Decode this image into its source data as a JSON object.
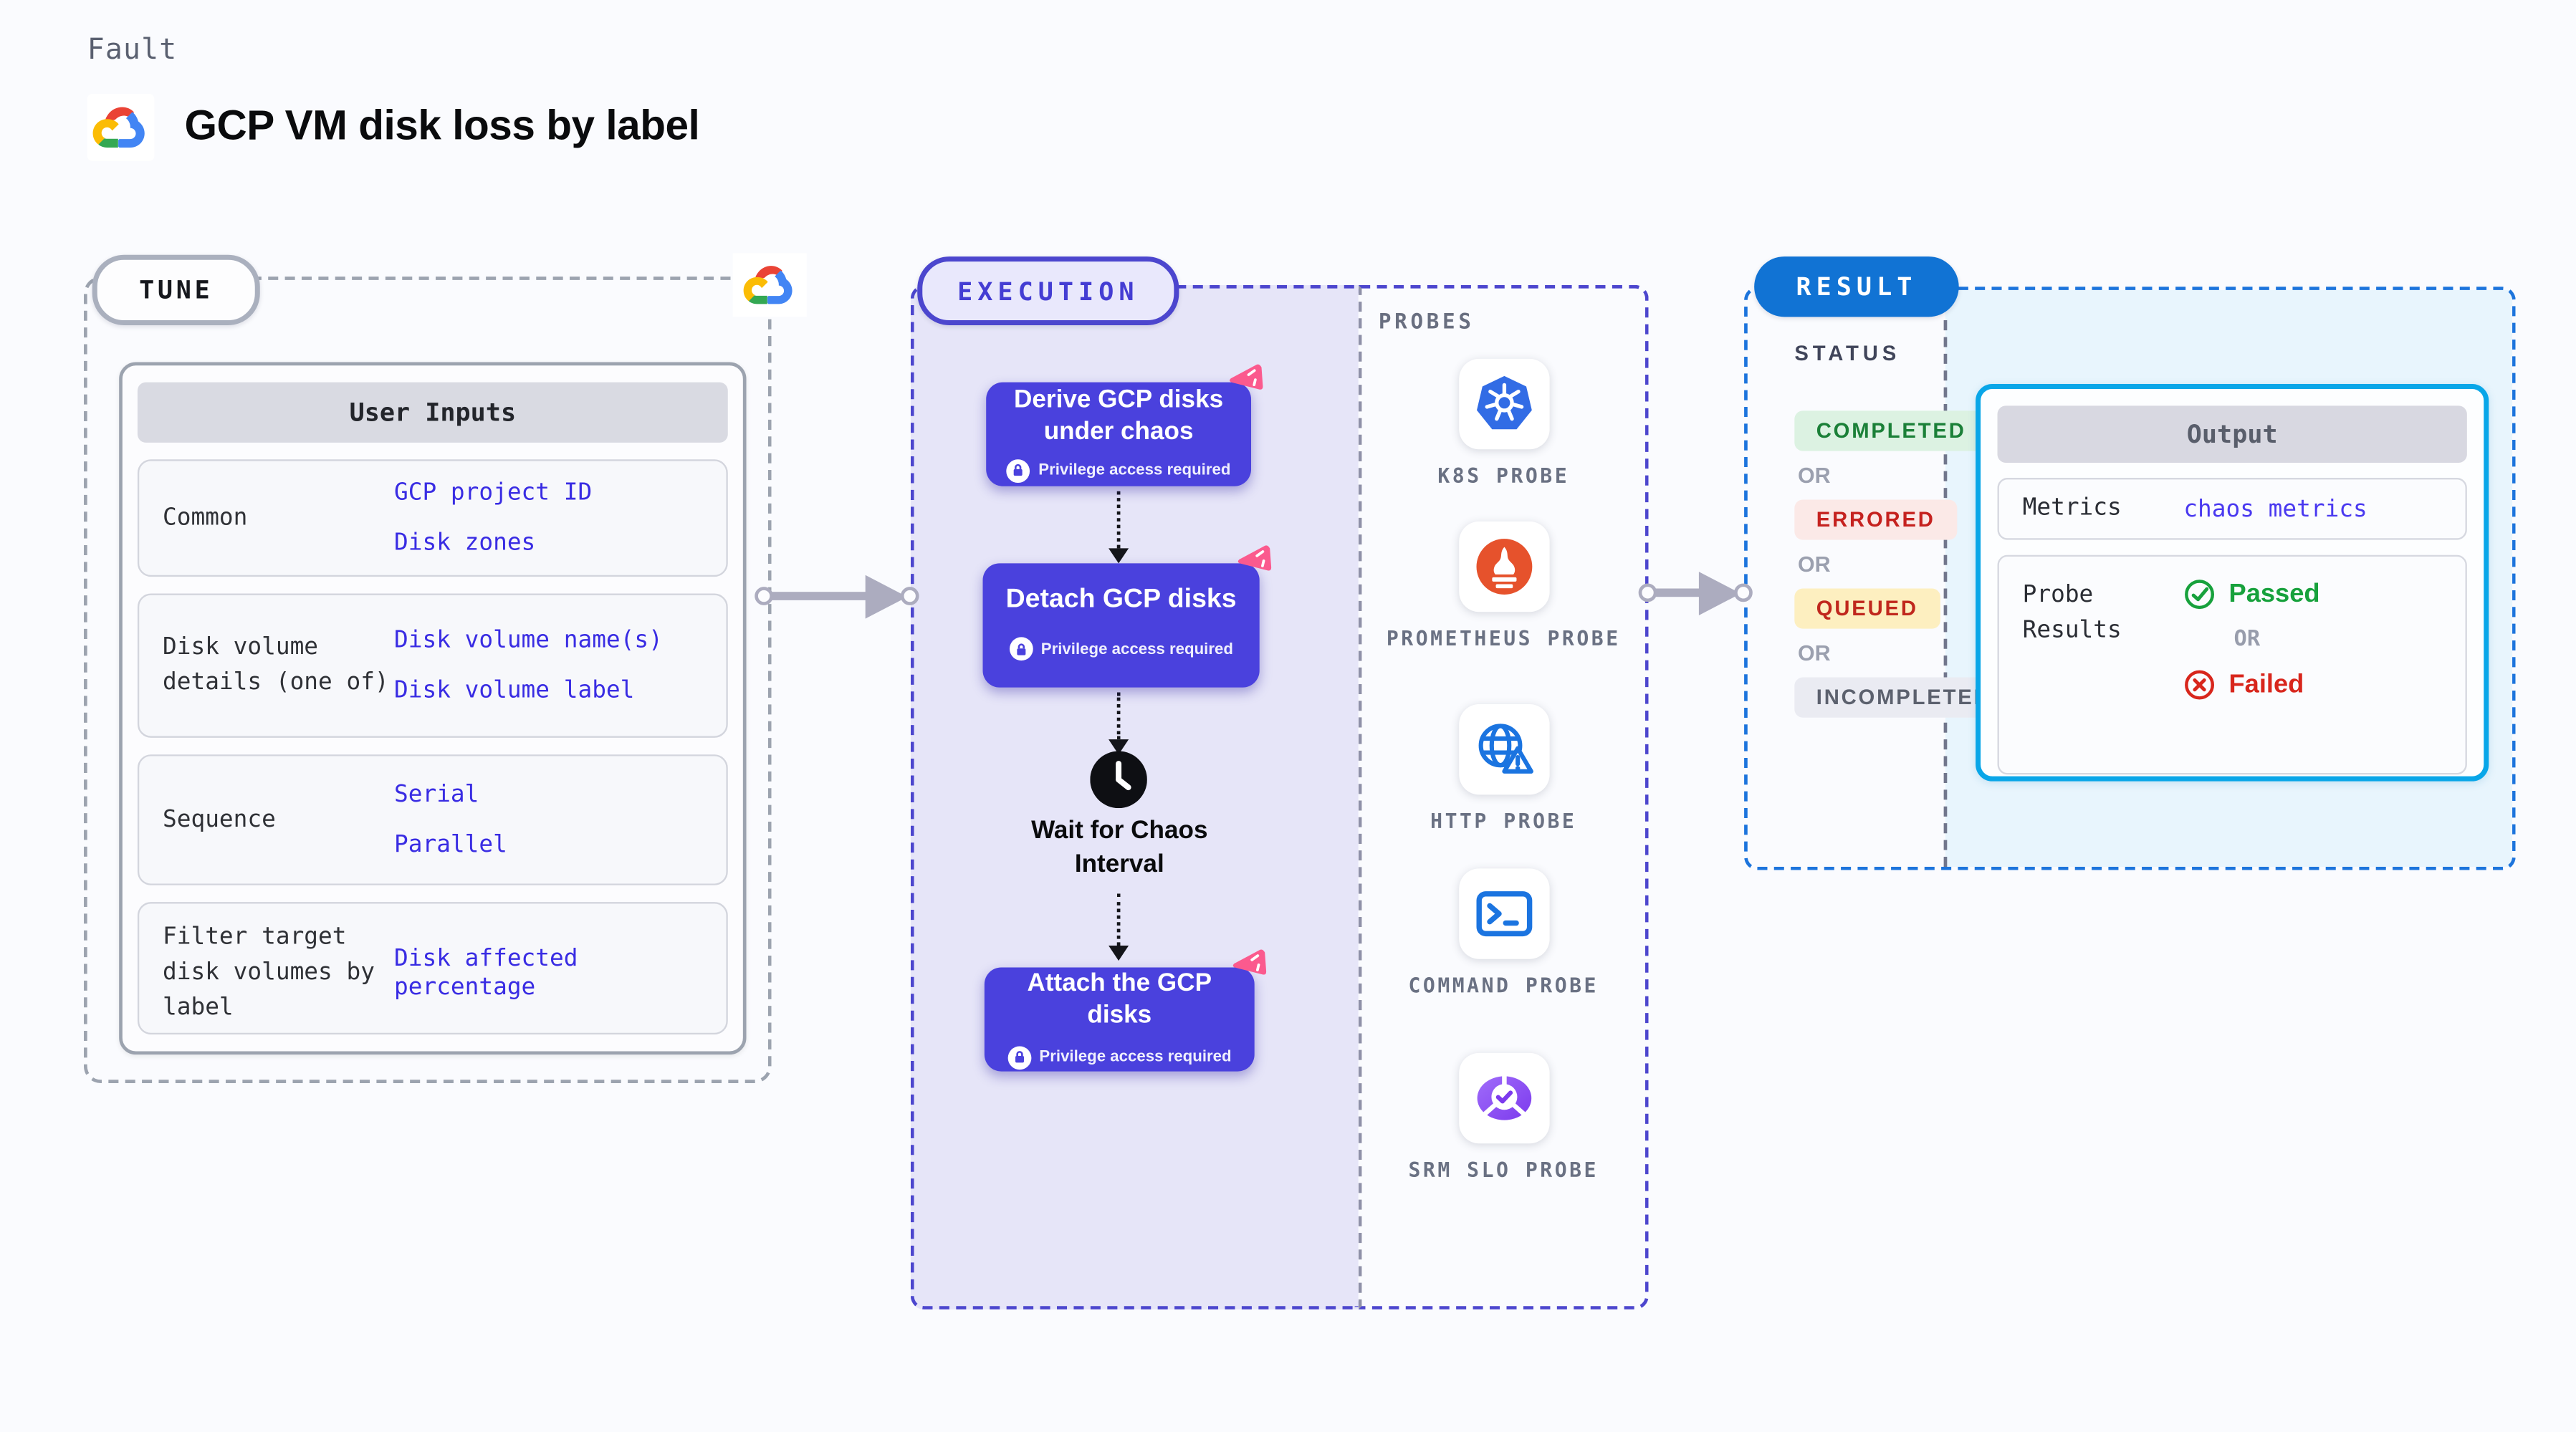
{
  "page": {
    "kind_label": "Fault",
    "title": "GCP VM disk loss by label"
  },
  "colors": {
    "node_purple": "#4A41DD",
    "execution_bg": "#E6E5F8",
    "flag_pink": "#FB5A8E",
    "link_blue": "#392CE3",
    "result_pill_blue": "#1173D4",
    "output_border_cyan": "#09A6E8",
    "success_green": "#1B8038",
    "error_red": "#C5221F",
    "queued_bg": "#FDEFC0",
    "result_dashed_blue": "#1C74DC",
    "execution_dashed_indigo": "#4C46CE",
    "tune_dashed_gray": "#9CA3AF"
  },
  "tune": {
    "label": "TUNE",
    "table": {
      "header": "User Inputs",
      "rows": [
        {
          "label": "Common",
          "values": [
            "GCP project ID",
            "Disk zones"
          ]
        },
        {
          "label": "Disk volume details (one of)",
          "values": [
            "Disk volume name(s)",
            "Disk volume label"
          ]
        },
        {
          "label": "Sequence",
          "values": [
            "Serial",
            "Parallel"
          ]
        },
        {
          "label": "Filter target disk volumes by label",
          "values": [
            "Disk affected percentage"
          ]
        }
      ]
    }
  },
  "execution": {
    "label": "EXECUTION",
    "steps": [
      {
        "title": "Derive GCP disks under chaos",
        "badge": "Privilege access required"
      },
      {
        "title": "Detach GCP disks",
        "badge": "Privilege access required"
      },
      {
        "title": "Wait for Chaos Interval"
      },
      {
        "title": "Attach the GCP disks",
        "badge": "Privilege access required"
      }
    ]
  },
  "probes": {
    "label": "PROBES",
    "items": [
      {
        "name": "K8S PROBE",
        "icon": "kubernetes-icon"
      },
      {
        "name": "PROMETHEUS PROBE",
        "icon": "prometheus-icon"
      },
      {
        "name": "HTTP PROBE",
        "icon": "http-globe-icon"
      },
      {
        "name": "COMMAND PROBE",
        "icon": "terminal-icon"
      },
      {
        "name": "SRM SLO PROBE",
        "icon": "slo-donut-icon"
      }
    ]
  },
  "result": {
    "label": "RESULT",
    "status_label": "STATUS",
    "or_label": "OR",
    "statuses": [
      {
        "text": "COMPLETED"
      },
      {
        "text": "ERRORED"
      },
      {
        "text": "QUEUED"
      },
      {
        "text": "INCOMPLETED"
      }
    ],
    "output": {
      "header": "Output",
      "metrics_label": "Metrics",
      "metrics_value": "chaos metrics",
      "probe_results_label": "Probe Results",
      "passed": "Passed",
      "or_label": "OR",
      "failed": "Failed"
    }
  }
}
